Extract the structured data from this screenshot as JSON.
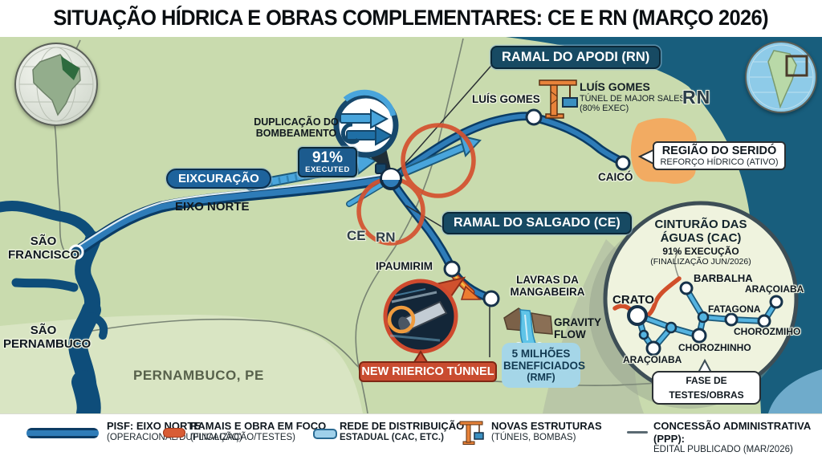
{
  "title": "SITUAÇÃO HÍDRICA E OBRAS COMPLEMENTARES: CE E RN (MARÇO 2026)",
  "map": {
    "labels": {
      "eixcuracao": "EIXCURAÇÃO",
      "eixo_norte": "EIXO NORTE",
      "duplicacao_1": "DUPLICAÇÃO DO",
      "duplicacao_2": "BOMBEAMENTO",
      "sao_francisco_1": "SÃO",
      "sao_francisco_2": "FRANCISCO",
      "sao_pernambuco_1": "SÃO",
      "sao_pernambuco_2": "PERNAMBUCO",
      "pernambuco_pe": "PERNAMBUCO, PE",
      "ce": "CE",
      "rn_border": "RN",
      "rn": "RN",
      "luis_gomes": "LUÍS GOMES",
      "caico": "CAICÓ",
      "ipaumirim": "IPAUMIRIM",
      "lavras_1": "LAVRAS DA",
      "lavras_2": "MANGABEIRA",
      "gravity_1": "GRAVITY",
      "gravity_2": "FLOW"
    },
    "callouts": {
      "apodi": "RAMAL DO APODI (RN)",
      "salgado": "RAMAL DO SALGADO (CE)",
      "executed_value": "91%",
      "executed_label": "EXECUTED",
      "crane_title": "LUÍS GOMES",
      "crane_sub1": "TÚNEL DE MAJOR SALES",
      "crane_sub2": "(80% EXEC)",
      "serido_title": "REGIÃO DO SERIDÓ",
      "serido_sub": "REFORÇO HÍDRICO (ATIVO)",
      "tunnel": "NEW RIIERICO TÚNNEL",
      "benef_1": "5 MILHÕES",
      "benef_2": "BENEFICIADOS",
      "benef_3": "(RMF)"
    },
    "cac": {
      "title_1": "CINTURÃO DAS",
      "title_2": "ÁGUAS (CAC)",
      "pct": "91% EXECUÇÃO",
      "deadline": "(FINALIZAÇÃO JUN/2026)",
      "crato": "CRATO",
      "barbalha": "BARBALHA",
      "aracoiaba_ne": "ARAÇOIABA",
      "fatagona": "FATAGONA",
      "chorozmiho": "CHOROZMIHO",
      "chorozhinho": "CHOROZHINHO",
      "aracoiaba_sw": "ARAÇOIABA",
      "fase": "FASE DE TESTES/OBRAS"
    }
  },
  "legend": {
    "items": [
      {
        "title": "PISF: EIXO NORTE",
        "sub": "(OPERACIONAL/DUPLICAÇÃO)"
      },
      {
        "title": "RAMAIS E OBRA EM FOCO",
        "sub": "(FINALIZAÇÃO/TESTES)"
      },
      {
        "title": "REDE DE DISTRIBUIÇÃO",
        "sub": "ESTADUAL (CAC, ETC.)"
      },
      {
        "title": "NOVAS ESTRUTURAS",
        "sub": "(TÚNEIS, BOMBAS)"
      },
      {
        "title": "CONCESSÃO ADMINISTRATIVA (PPP):",
        "sub": "EDITAL PUBLICADO (MAR/2026)"
      }
    ]
  },
  "colors": {
    "land": "#c9dbae",
    "land_light": "#d9e5c3",
    "ocean": "#185e7d",
    "river": "#0e4d7a",
    "pipe_dark": "#0a3c66",
    "pipe_mid": "#2e7cb8",
    "light_blue": "#49a5dc",
    "highlight_orange": "#d4512f",
    "serido_orange": "#f4a95e",
    "box_navy": "#174a63",
    "box_red": "#c94c30",
    "box_lightblue": "#a5d6e8"
  }
}
